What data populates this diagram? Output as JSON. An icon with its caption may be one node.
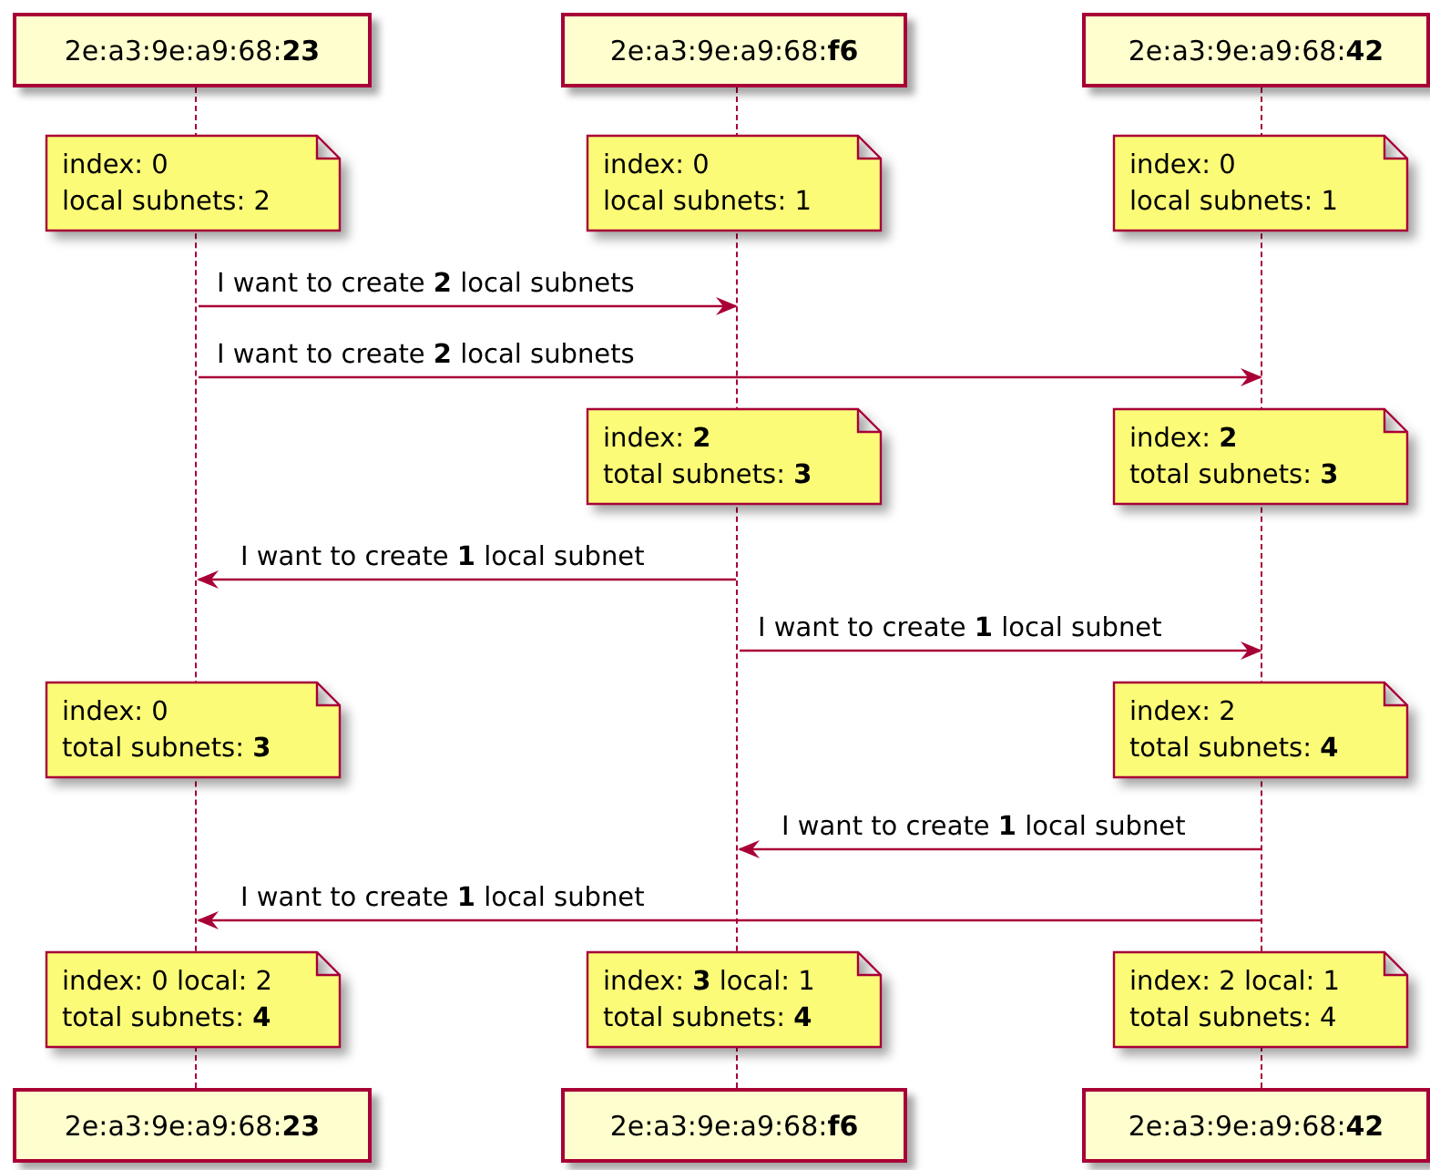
{
  "diagram": {
    "nodes": [
      {
        "text": [
          "2e:a3:9e:a9:68:**23**"
        ]
      },
      {
        "text": [
          "2e:a3:9e:a9:68:**f6**"
        ]
      },
      {
        "text": [
          "2e:a3:9e:a9:68:**42**"
        ]
      },
      {
        "text": [
          "2e:a3:9e:a9:68:**23**"
        ]
      },
      {
        "text": [
          "2e:a3:9e:a9:68:**f6**"
        ]
      },
      {
        "text": [
          "2e:a3:9e:a9:68:**42**"
        ]
      },
      {
        "text": [
          "index: 0",
          "local subnets: 2"
        ]
      },
      {
        "text": [
          "index: 0",
          "local subnets: 1"
        ]
      },
      {
        "text": [
          "index: 0",
          "local subnets: 1"
        ]
      },
      {
        "text": [
          "index: **2**",
          "total subnets: **3**"
        ]
      },
      {
        "text": [
          "index: **2**",
          "total subnets: **3**"
        ]
      },
      {
        "text": [
          "index: 0",
          "total subnets: **3**"
        ]
      },
      {
        "text": [
          "index: 2",
          "total subnets: **4**"
        ]
      },
      {
        "text": [
          "index: 0 local: 2",
          "total subnets: **4**"
        ]
      },
      {
        "text": [
          "index: **3** local: 1",
          "total subnets: **4**"
        ]
      },
      {
        "text": [
          "index: 2 local: 1",
          "total subnets: 4"
        ]
      },
      {
        "text": [],
        "shape": "line"
      },
      {
        "text": [],
        "shape": "line"
      },
      {
        "text": [],
        "shape": "line"
      }
    ],
    "edges": [
      {
        "from": 16,
        "to": 17,
        "arrow": "to",
        "label": "I want to create **2** local subnets"
      },
      {
        "from": 16,
        "to": 18,
        "arrow": "to",
        "label": "I want to create **2** local subnets"
      },
      {
        "from": 17,
        "to": 16,
        "arrow": "to",
        "label": "I want to create **1** local subnet"
      },
      {
        "from": 17,
        "to": 18,
        "arrow": "to",
        "label": "I want to create **1** local subnet"
      },
      {
        "from": 18,
        "to": 17,
        "arrow": "to",
        "label": "I want to create **1** local subnet"
      },
      {
        "from": 18,
        "to": 16,
        "arrow": "to",
        "label": "I want to create **1** local subnet"
      }
    ]
  }
}
